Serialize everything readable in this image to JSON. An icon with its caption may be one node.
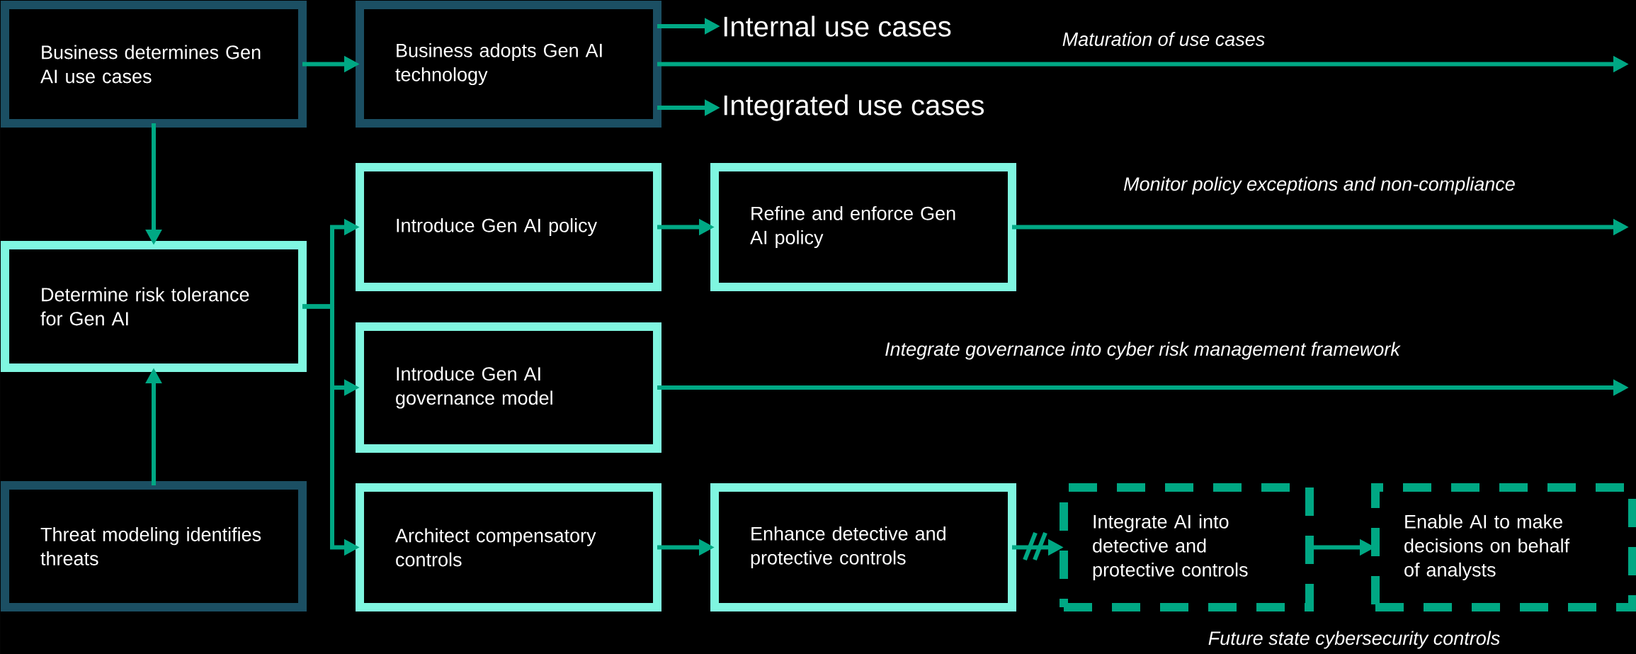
{
  "diagram": {
    "nodes": [
      {
        "text": [
          "Business determines Gen AI use cases"
        ]
      },
      {
        "text": [
          "Business adopts Gen AI technology"
        ]
      },
      {
        "text": [
          "Internal use cases"
        ]
      },
      {
        "text": [
          "Integrated use cases"
        ]
      },
      {
        "text": [
          "Determine risk tolerance for Gen AI"
        ]
      },
      {
        "text": [
          "Threat modeling identifies threats"
        ]
      },
      {
        "text": [
          "Introduce Gen AI policy"
        ]
      },
      {
        "text": [
          "Refine and enforce Gen AI policy"
        ]
      },
      {
        "text": [
          "Introduce Gen AI governance model"
        ]
      },
      {
        "text": [
          "Architect compensatory controls"
        ]
      },
      {
        "text": [
          "Enhance detective and protective controls"
        ]
      },
      {
        "text": [
          "Integrate AI into detective and protective controls"
        ]
      },
      {
        "text": [
          "Enable AI to make decisions on behalf of analysts"
        ]
      }
    ],
    "edges": [
      {
        "from": 0,
        "to": 1,
        "arrow": "to"
      },
      {
        "from": 1,
        "to": 2,
        "arrow": "to"
      },
      {
        "from": 1,
        "to": 3,
        "arrow": "to"
      },
      {
        "from": 1,
        "to": null,
        "arrow": "to",
        "label": "Maturation of use cases"
      },
      {
        "from": 0,
        "to": 4,
        "arrow": "to"
      },
      {
        "from": 5,
        "to": 4,
        "arrow": "to"
      },
      {
        "from": 4,
        "to": 6,
        "arrow": "to"
      },
      {
        "from": 4,
        "to": 8,
        "arrow": "to"
      },
      {
        "from": 4,
        "to": 9,
        "arrow": "to"
      },
      {
        "from": 6,
        "to": 7,
        "arrow": "to"
      },
      {
        "from": 7,
        "to": null,
        "arrow": "to",
        "label": "Monitor policy exceptions and non-compliance"
      },
      {
        "from": 8,
        "to": null,
        "arrow": "to",
        "label": "Integrate governance into cyber risk management framework"
      },
      {
        "from": 9,
        "to": 10,
        "arrow": "to"
      },
      {
        "from": 10,
        "to": 11,
        "arrow": "to"
      },
      {
        "from": 11,
        "to": 12,
        "arrow": "to"
      }
    ],
    "labels": [
      "Future state cybersecurity controls"
    ]
  }
}
